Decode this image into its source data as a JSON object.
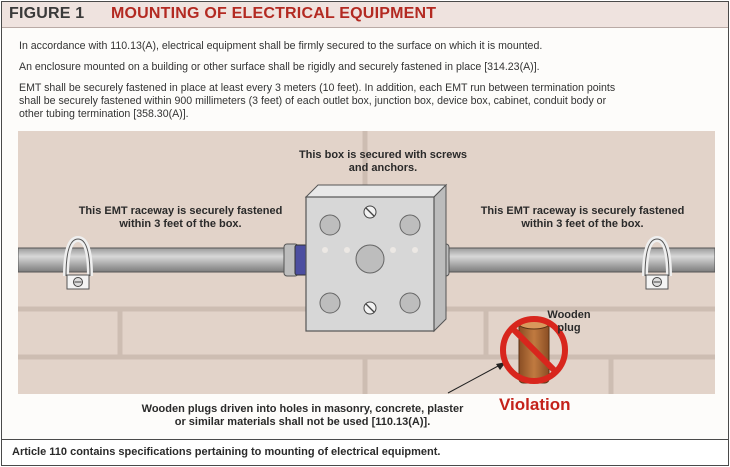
{
  "figure": {
    "number": "FIGURE 1",
    "title": "MOUNTING OF ELECTRICAL EQUIPMENT"
  },
  "paragraphs": [
    "In accordance with 110.13(A), electrical equipment shall be firmly secured to the surface on which it is mounted.",
    "An enclosure mounted on a building or other surface shall be rigidly and securely fastened in place [314.23(A)].",
    "EMT shall be securely fastened in place at least every 3 meters (10 feet). In addition, each EMT run between termination points shall be securely fastened within 900 millimeters (3 feet) of each outlet box, junction box, device box, cabinet, conduit body or other tubing termination [358.30(A)]."
  ],
  "labels": {
    "box": "This box is secured with screws and anchors.",
    "left_raceway": "This EMT raceway is securely fastened within 3 feet of the box.",
    "right_raceway": "This EMT raceway is securely fastened within 3 feet of the box.",
    "plug": "Wooden plug",
    "note": "Wooden plugs driven into holes in masonry, concrete, plaster or similar materials shall not be used [110.13(A)].",
    "violation": "Violation"
  },
  "footer": "Article 110 contains specifications pertaining to mounting of electrical equipment.",
  "colors": {
    "title_red": "#b32a22",
    "violation_red": "#c4221a",
    "wall": "#e2d3c9",
    "header_bg": "#efe3df"
  }
}
